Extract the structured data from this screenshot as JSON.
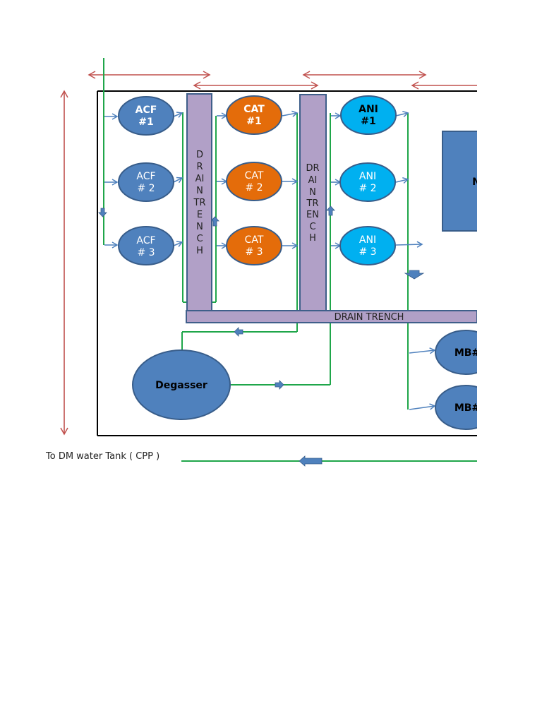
{
  "colors": {
    "blue_fill": "#4f81bd",
    "blue_stroke": "#385d8a",
    "orange_fill": "#e46c0a",
    "cyan_fill": "#00b0f0",
    "trench_fill": "#b1a0c7",
    "trench_stroke": "#3f5f8a",
    "pipe": "#1fa64a",
    "flow_arrow": "#4f81bd",
    "dimension": "#c0504d",
    "border": "#000000"
  },
  "vessels": {
    "acf1": {
      "line1": "ACF",
      "line2": "#1"
    },
    "acf2": {
      "line1": "ACF",
      "line2": "# 2"
    },
    "acf3": {
      "line1": "ACF",
      "line2": "# 3"
    },
    "cat1": {
      "line1": "CAT",
      "line2": "#1"
    },
    "cat2": {
      "line1": "CAT",
      "line2": "# 2"
    },
    "cat3": {
      "line1": "CAT",
      "line2": "# 3"
    },
    "ani1": {
      "line1": "ANI",
      "line2": "#1"
    },
    "ani2": {
      "line1": "ANI",
      "line2": "# 2"
    },
    "ani3": {
      "line1": "ANI",
      "line2": "# 3"
    },
    "mb1": {
      "label": "MB#"
    },
    "mb2": {
      "label": "MB#"
    },
    "degasser": {
      "label": "Degasser"
    }
  },
  "trenches": {
    "left": [
      "D",
      "R",
      "AI",
      "N",
      "TR",
      "E",
      "N",
      "C",
      "H"
    ],
    "middle": [
      "DR",
      "AI",
      "N",
      "TR",
      "EN",
      "C",
      "H"
    ],
    "bottom": "DRAIN TRENCH"
  },
  "tank": {
    "label": "N"
  },
  "caption": "To DM water Tank ( CPP )"
}
